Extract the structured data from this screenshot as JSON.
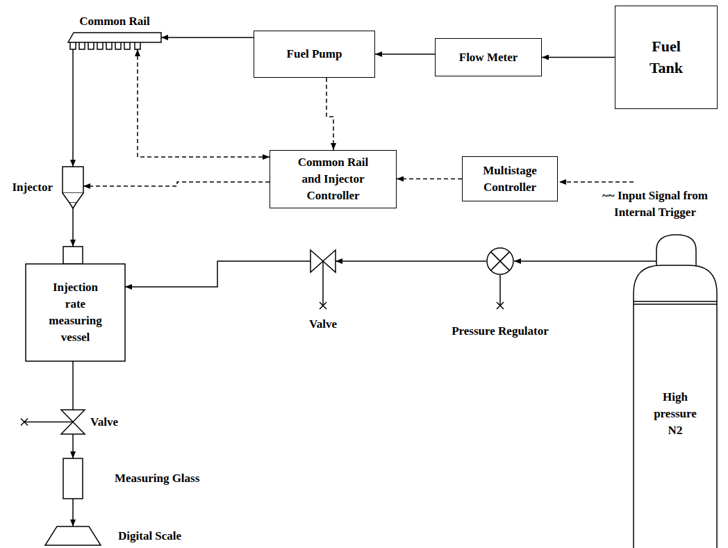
{
  "diagram": {
    "nodes": [
      {
        "text": [
          "Common Rail"
        ]
      },
      {
        "text": [
          "Fuel Pump"
        ]
      },
      {
        "text": [
          "Flow Meter"
        ]
      },
      {
        "text": [
          "Fuel Tank"
        ]
      },
      {
        "text": [
          "Injector"
        ]
      },
      {
        "text": [
          "Common Rail and Injector Controller"
        ]
      },
      {
        "text": [
          "Multistage Controller"
        ]
      },
      {
        "text": [
          "Injection rate measuring vessel"
        ]
      },
      {
        "text": [
          "Valve"
        ]
      },
      {
        "text": [
          "Pressure Regulator"
        ]
      },
      {
        "text": [
          "High pressure N2"
        ]
      },
      {
        "text": [
          "Valve"
        ]
      },
      {
        "text": [
          "Measuring Glass"
        ]
      },
      {
        "text": [
          "Digital Scale"
        ]
      }
    ],
    "edges": [
      {
        "from": 3,
        "to": 2,
        "arrow": "to"
      },
      {
        "from": 2,
        "to": 1,
        "arrow": "to"
      },
      {
        "from": 1,
        "to": 0,
        "arrow": "to"
      },
      {
        "from": 0,
        "to": 4,
        "arrow": "to"
      },
      {
        "from": 1,
        "to": 5,
        "arrow": "to"
      },
      {
        "from": 5,
        "to": 0,
        "arrow": "both"
      },
      {
        "from": 5,
        "to": 4,
        "arrow": "to"
      },
      {
        "from": 6,
        "to": 5,
        "arrow": "to"
      },
      {
        "from": 4,
        "to": 7,
        "arrow": "to"
      },
      {
        "from": 10,
        "to": 9,
        "arrow": "to"
      },
      {
        "from": 9,
        "to": 8,
        "arrow": "to"
      },
      {
        "from": 8,
        "to": 7,
        "arrow": "to"
      },
      {
        "from": 7,
        "to": 11,
        "arrow": "none"
      },
      {
        "from": 11,
        "to": 12,
        "arrow": "to"
      },
      {
        "from": 12,
        "to": 13,
        "arrow": "to"
      }
    ],
    "labels": [
      "~~ Input Signal from Internal Trigger"
    ]
  }
}
